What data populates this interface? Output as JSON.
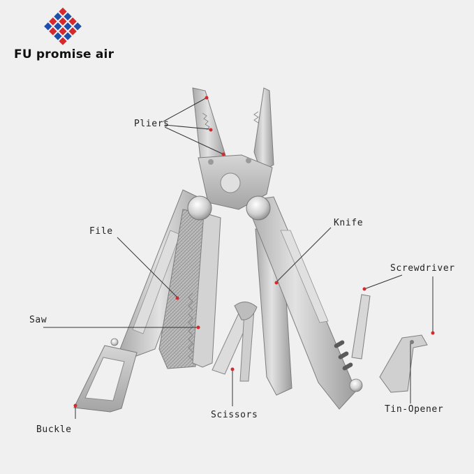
{
  "brand": {
    "name": "FU promise air",
    "logo_colors": {
      "red": "#d42a2e",
      "blue": "#1f4fa8"
    }
  },
  "callouts": {
    "pliers": "Pliers",
    "file": "File",
    "saw": "Saw",
    "buckle": "Buckle",
    "scissors": "Scissors",
    "knife": "Knife",
    "screwdriver": "Screwdriver",
    "tin_opener": "Tin-Opener"
  },
  "colors": {
    "marker": "#d42a2e",
    "leader_line": "#333333",
    "steel": "#c9c9c9",
    "steel_dark": "#8e8e8e",
    "background": "#f0f0f0"
  }
}
